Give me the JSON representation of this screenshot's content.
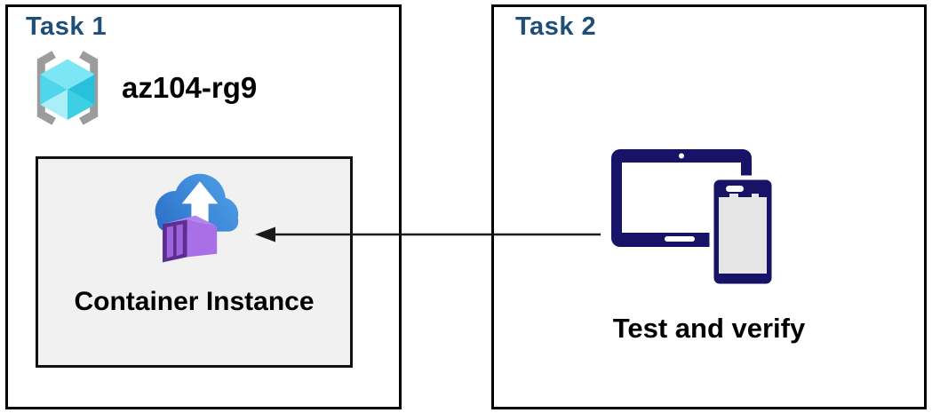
{
  "colors": {
    "title_blue": "#1f4e79",
    "text_black": "#000000",
    "box_border": "#000000",
    "inner_box_bg": "#f1f1f1",
    "arrow_black": "#1a1a1a",
    "device_navy": "#171468",
    "device_screen_gray": "#e6e6e6",
    "bracket_gray": "#9c9c9c",
    "cube_top": "#7de6f4",
    "cube_left": "#4ed7ec",
    "cube_right": "#29c0dc",
    "cube_bottom_left": "#a9eef8",
    "cube_bottom_right": "#3ecfe4",
    "cloud_dark": "#2a6fc7",
    "cloud_light": "#4f9fe8",
    "container_frame": "#5c2e91",
    "container_panel": "#9c64d8",
    "container_side": "#a86fe6",
    "container_top": "#b285ec"
  },
  "task1": {
    "title": "Task 1",
    "resource_group": {
      "icon": "resource-group-icon",
      "name": "az104-rg9"
    },
    "container_card": {
      "icon": "container-instance-icon",
      "label": "Container Instance"
    }
  },
  "task2": {
    "title": "Task 2",
    "icon": "devices-icon",
    "label": "Test and verify"
  },
  "connector": {
    "type": "arrow",
    "from": "devices-icon",
    "to": "container-instance-icon",
    "direction": "left"
  }
}
